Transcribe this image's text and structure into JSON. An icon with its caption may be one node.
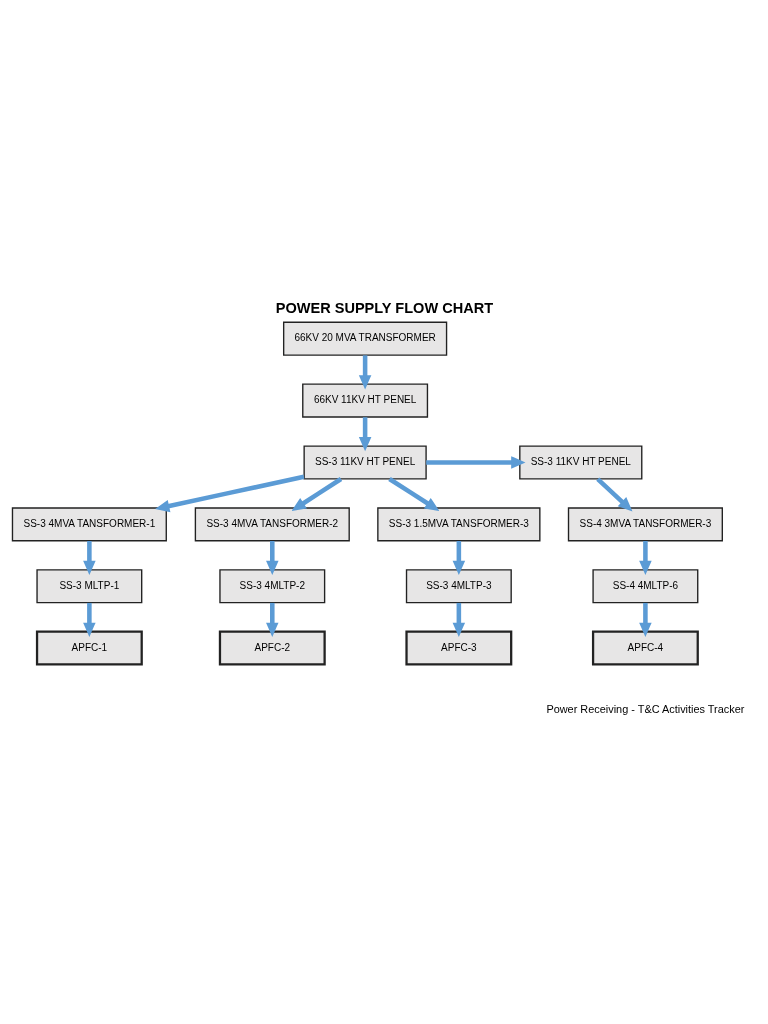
{
  "diagram": {
    "title": "POWER SUPPLY FLOW CHART",
    "nodes": [
      {
        "text": [
          "66KV 20 MVA TRANSFORMER"
        ]
      },
      {
        "text": [
          "66KV 11KV HT PENEL"
        ]
      },
      {
        "text": [
          "SS-3 11KV HT PENEL"
        ]
      },
      {
        "text": [
          "SS-3 11KV HT PENEL"
        ]
      },
      {
        "text": [
          "SS-3 4MVA TANSFORMER-1"
        ]
      },
      {
        "text": [
          "SS-3 4MVA TANSFORMER-2"
        ]
      },
      {
        "text": [
          "SS-3 1.5MVA TANSFORMER-3"
        ]
      },
      {
        "text": [
          "SS-4 3MVA TANSFORMER-3"
        ]
      },
      {
        "text": [
          "SS-3 MLTP-1"
        ]
      },
      {
        "text": [
          "SS-3 4MLTP-2"
        ]
      },
      {
        "text": [
          "SS-3 4MLTP-3"
        ]
      },
      {
        "text": [
          "SS-4 4MLTP-6"
        ]
      },
      {
        "text": [
          "APFC-1"
        ]
      },
      {
        "text": [
          "APFC-2"
        ]
      },
      {
        "text": [
          "APFC-3"
        ]
      },
      {
        "text": [
          "APFC-4"
        ]
      }
    ],
    "edges": [
      {
        "from": 0,
        "to": 1,
        "arrow": "to"
      },
      {
        "from": 1,
        "to": 2,
        "arrow": "to"
      },
      {
        "from": 2,
        "to": 3,
        "arrow": "to"
      },
      {
        "from": 2,
        "to": 4,
        "arrow": "to"
      },
      {
        "from": 2,
        "to": 5,
        "arrow": "to"
      },
      {
        "from": 2,
        "to": 6,
        "arrow": "to"
      },
      {
        "from": 3,
        "to": 7,
        "arrow": "to"
      },
      {
        "from": 4,
        "to": 8,
        "arrow": "to"
      },
      {
        "from": 5,
        "to": 9,
        "arrow": "to"
      },
      {
        "from": 6,
        "to": 10,
        "arrow": "to"
      },
      {
        "from": 7,
        "to": 11,
        "arrow": "to"
      },
      {
        "from": 8,
        "to": 12,
        "arrow": "to"
      },
      {
        "from": 9,
        "to": 13,
        "arrow": "to"
      },
      {
        "from": 10,
        "to": 14,
        "arrow": "to"
      },
      {
        "from": 11,
        "to": 15,
        "arrow": "to"
      }
    ],
    "labels": [
      "Power Receiving - T&C Activities Tracker"
    ]
  }
}
